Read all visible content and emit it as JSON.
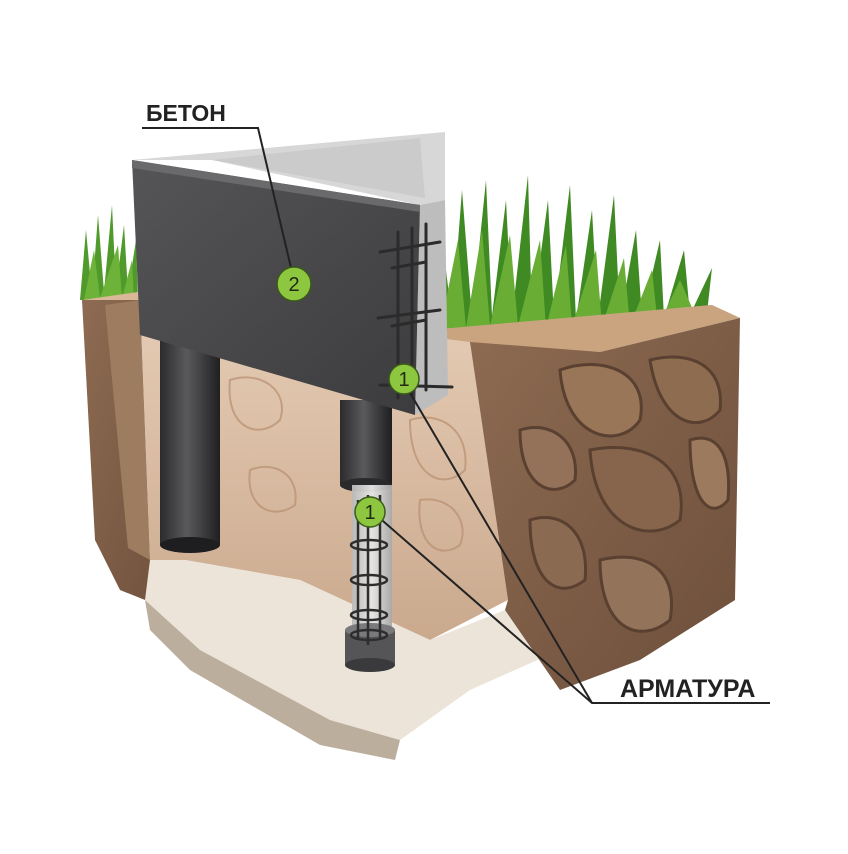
{
  "labels": {
    "concrete": "БЕТОН",
    "rebar": "АРМАТУРА"
  },
  "markers": {
    "rebar_number": "1",
    "concrete_number": "2"
  },
  "colors": {
    "marker_fill": "#8dc63f",
    "grass": "#4f9a2a",
    "concrete_dark": "#4a4a4c",
    "concrete_light": "#d9d9d9",
    "soil": "#a27e62",
    "stone": "#7c5c45"
  }
}
